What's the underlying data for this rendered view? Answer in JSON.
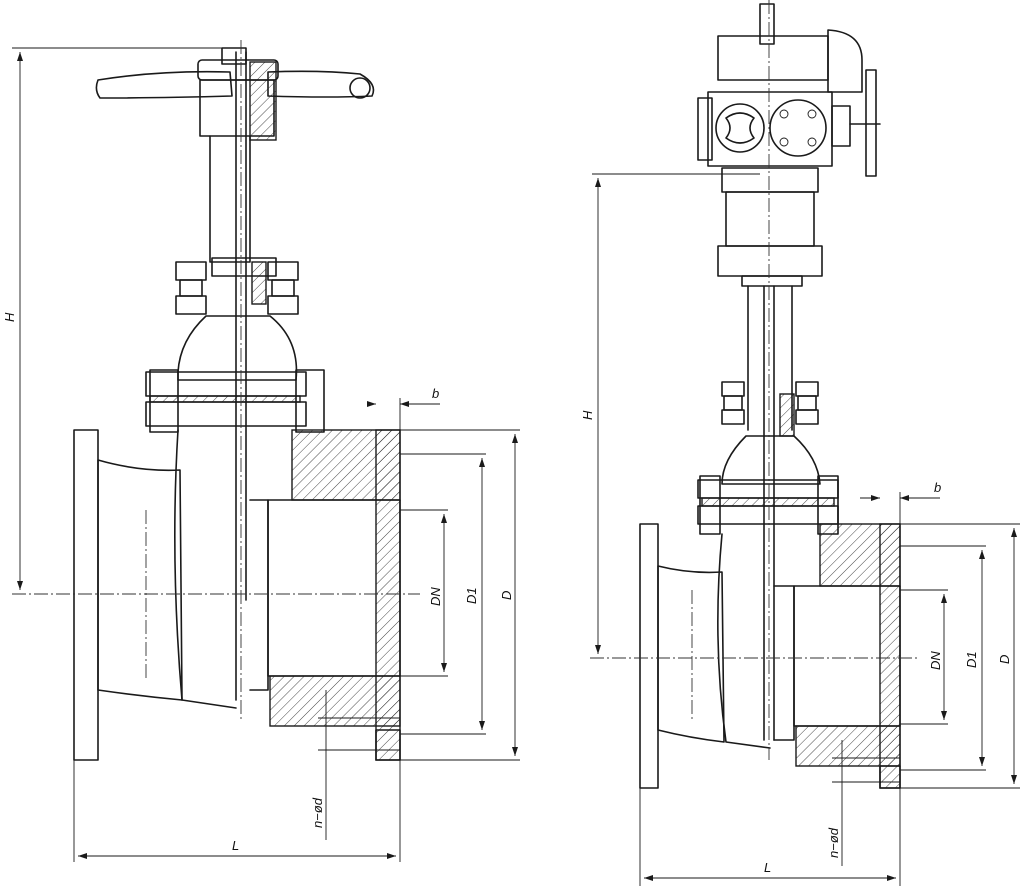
{
  "left_view": {
    "labels": {
      "H": "H",
      "b": "b",
      "DN": "DN",
      "D1": "D1",
      "D": "D",
      "holes": "n−ød",
      "L": "L"
    }
  },
  "right_view": {
    "labels": {
      "H": "H",
      "b": "b",
      "DN": "DN",
      "D1": "D1",
      "D": "D",
      "holes": "n−ød",
      "L": "L"
    }
  }
}
